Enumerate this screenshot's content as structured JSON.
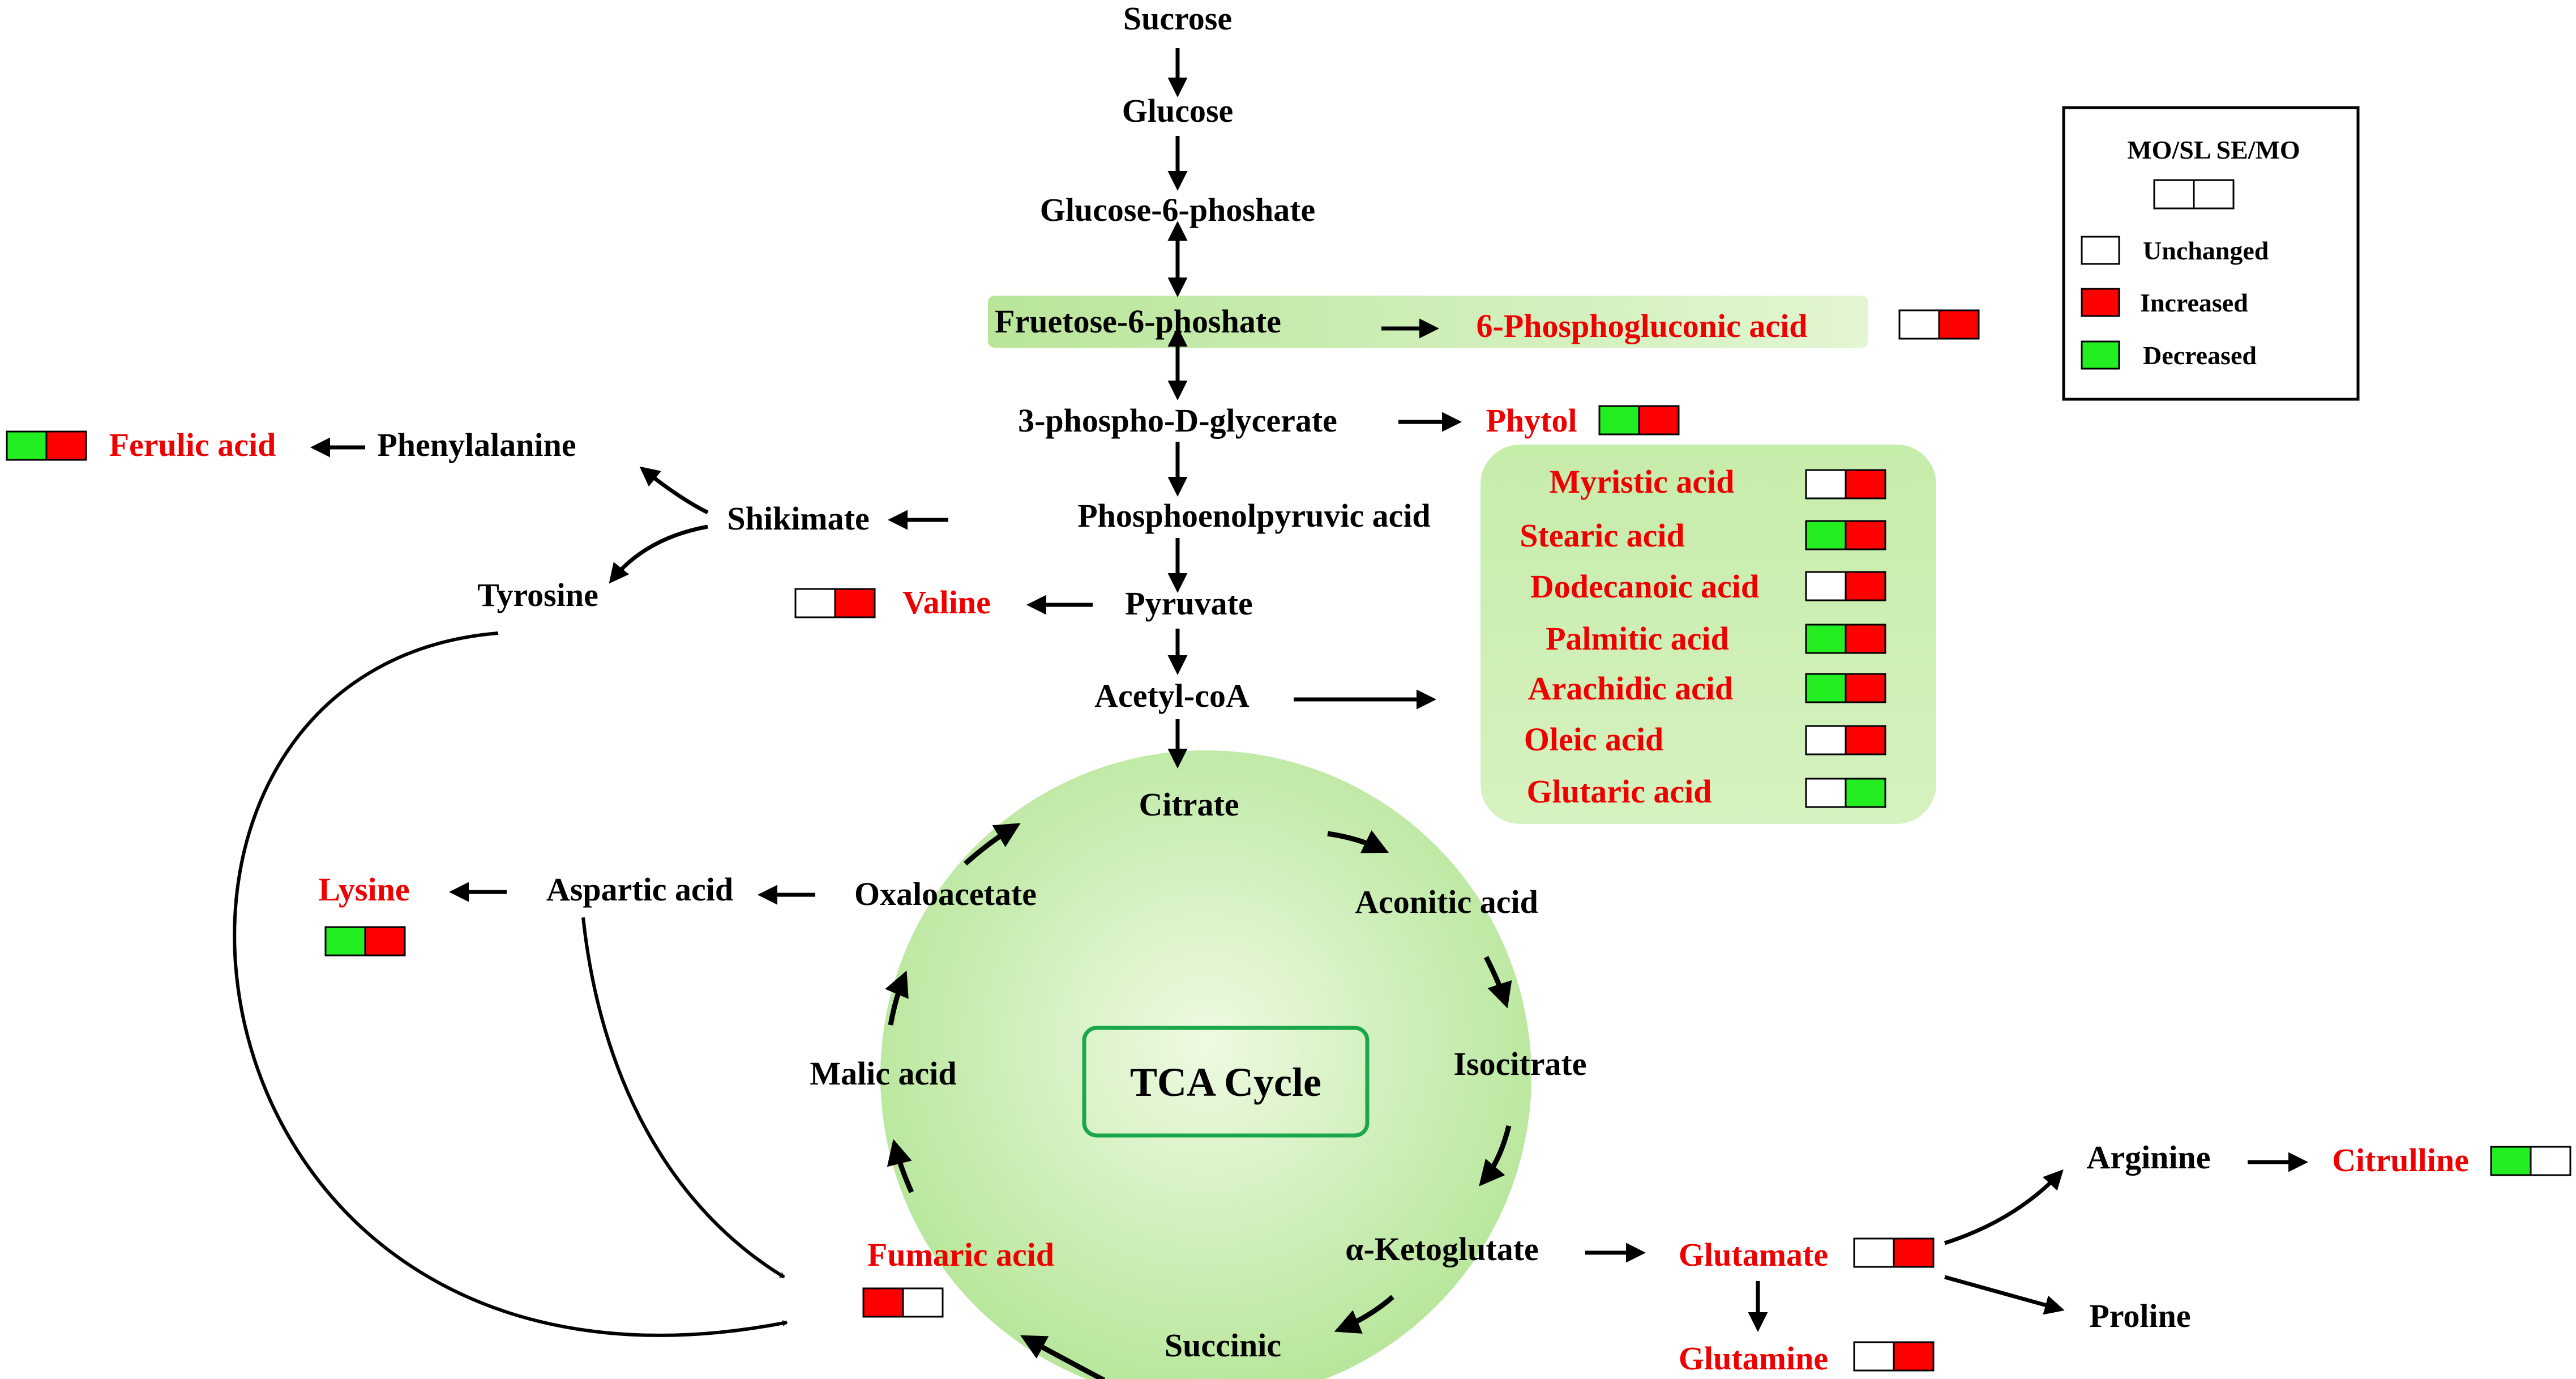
{
  "colors": {
    "increased": "#ff0000",
    "decreased": "#22ee22",
    "unchanged": "#ffffff",
    "metabolite_text": "#ee0000",
    "tca_fill_center": "#eefae2",
    "tca_fill_edge": "#b8e69b",
    "tca_border": "#1aa64a"
  },
  "legend": {
    "header": "MO/SL SE/MO",
    "items": [
      {
        "label": "Unchanged",
        "color": "unchanged"
      },
      {
        "label": "Increased",
        "color": "increased"
      },
      {
        "label": "Decreased",
        "color": "decreased"
      }
    ]
  },
  "pathway": {
    "sucrose": "Sucrose",
    "glucose": "Glucose",
    "g6p": "Glucose-6-phoshate",
    "f6p": "Fruetose-6-phoshate",
    "pga": "3-phospho-D-glycerate",
    "pep": "Phosphoenolpyruvic acid",
    "pyruvate": "Pyruvate",
    "acetyl": "Acetyl-coA",
    "shikimate": "Shikimate",
    "phenylalanine": "Phenylalanine",
    "tyrosine": "Tyrosine",
    "aspartic": "Aspartic acid",
    "arginine": "Arginine",
    "proline": "Proline"
  },
  "tca": {
    "title": "TCA Cycle",
    "citrate": "Citrate",
    "aconitic": "Aconitic acid",
    "isocitrate": "Isocitrate",
    "ketoglutarate": "α-Ketoglutate",
    "succinic": "Succinic",
    "malic": "Malic acid",
    "oxaloacetate": "Oxaloacetate"
  },
  "metabolites": {
    "phosphogluconic": {
      "label": "6-Phosphogluconic acid",
      "ratios": [
        "unchanged",
        "increased"
      ]
    },
    "phytol": {
      "label": "Phytol",
      "ratios": [
        "decreased",
        "increased"
      ]
    },
    "ferulic": {
      "label": "Ferulic acid",
      "ratios": [
        "decreased",
        "increased"
      ]
    },
    "valine": {
      "label": "Valine",
      "ratios": [
        "unchanged",
        "increased"
      ]
    },
    "lysine": {
      "label": "Lysine",
      "ratios": [
        "decreased",
        "increased"
      ]
    },
    "fumaric": {
      "label": "Fumaric acid",
      "ratios": [
        "increased",
        "unchanged"
      ]
    },
    "glutamate": {
      "label": "Glutamate",
      "ratios": [
        "unchanged",
        "increased"
      ]
    },
    "glutamine": {
      "label": "Glutamine",
      "ratios": [
        "unchanged",
        "increased"
      ]
    },
    "citrulline": {
      "label": "Citrulline",
      "ratios": [
        "decreased",
        "unchanged"
      ]
    },
    "fatty_acids": [
      {
        "label": "Myristic acid",
        "ratios": [
          "unchanged",
          "increased"
        ]
      },
      {
        "label": "Stearic acid",
        "ratios": [
          "decreased",
          "increased"
        ]
      },
      {
        "label": "Dodecanoic acid",
        "ratios": [
          "unchanged",
          "increased"
        ]
      },
      {
        "label": "Palmitic acid",
        "ratios": [
          "decreased",
          "increased"
        ]
      },
      {
        "label": "Arachidic acid",
        "ratios": [
          "decreased",
          "increased"
        ]
      },
      {
        "label": "Oleic acid",
        "ratios": [
          "unchanged",
          "increased"
        ]
      },
      {
        "label": "Glutaric acid",
        "ratios": [
          "unchanged",
          "decreased"
        ]
      }
    ]
  }
}
